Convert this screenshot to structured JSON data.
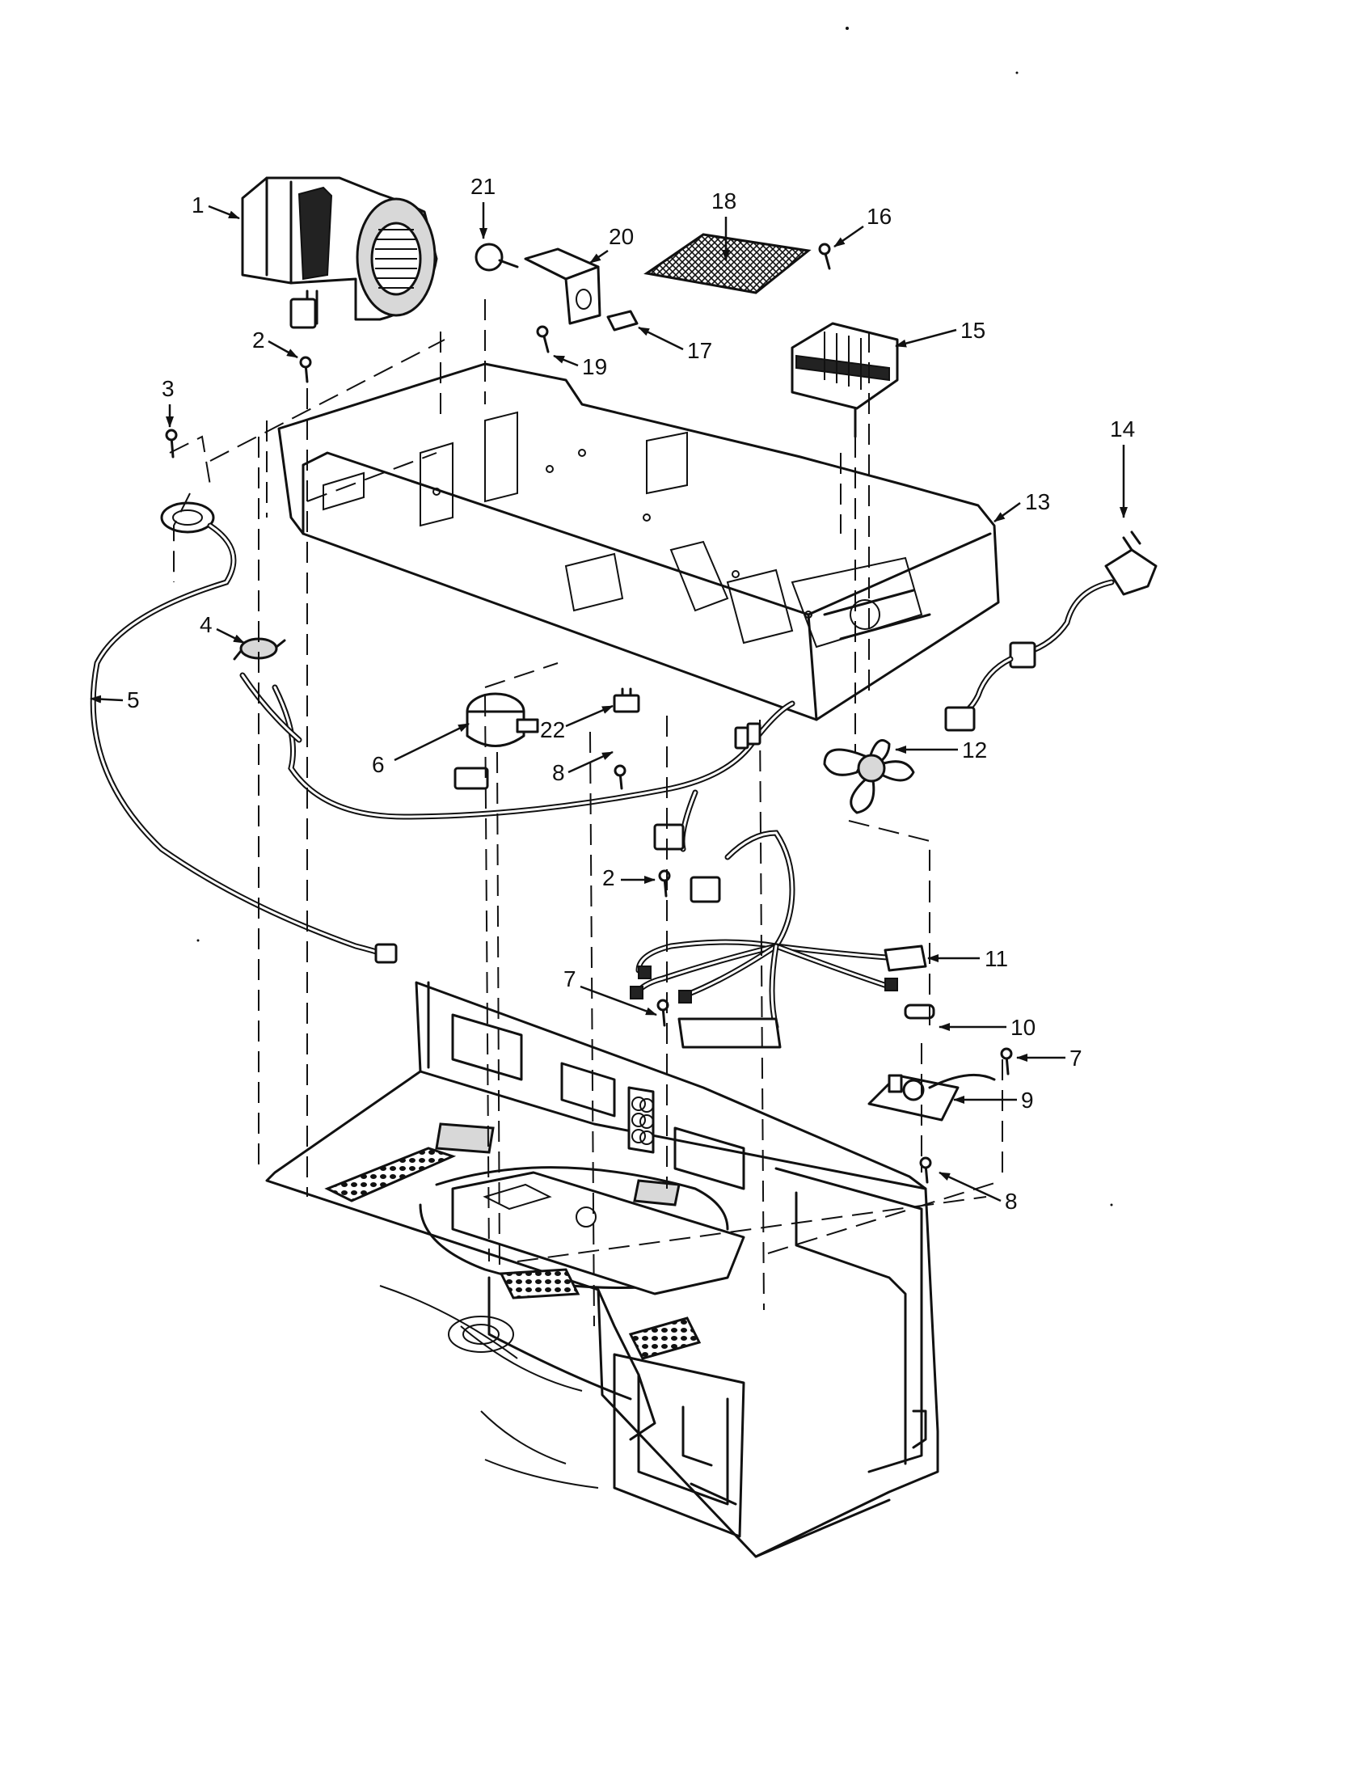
{
  "callouts": [
    {
      "id": "c1",
      "label": "1"
    },
    {
      "id": "c2a",
      "label": "2"
    },
    {
      "id": "c2b",
      "label": "2"
    },
    {
      "id": "c3",
      "label": "3"
    },
    {
      "id": "c4",
      "label": "4"
    },
    {
      "id": "c5",
      "label": "5"
    },
    {
      "id": "c6",
      "label": "6"
    },
    {
      "id": "c7a",
      "label": "7"
    },
    {
      "id": "c7b",
      "label": "7"
    },
    {
      "id": "c8a",
      "label": "8"
    },
    {
      "id": "c8b",
      "label": "8"
    },
    {
      "id": "c9",
      "label": "9"
    },
    {
      "id": "c10",
      "label": "10"
    },
    {
      "id": "c11",
      "label": "11"
    },
    {
      "id": "c12",
      "label": "12"
    },
    {
      "id": "c13",
      "label": "13"
    },
    {
      "id": "c14",
      "label": "14"
    },
    {
      "id": "c15",
      "label": "15"
    },
    {
      "id": "c16",
      "label": "16"
    },
    {
      "id": "c17",
      "label": "17"
    },
    {
      "id": "c18",
      "label": "18"
    },
    {
      "id": "c19",
      "label": "19"
    },
    {
      "id": "c20",
      "label": "20"
    },
    {
      "id": "c21",
      "label": "21"
    },
    {
      "id": "c22",
      "label": "22"
    }
  ],
  "parts": [
    {
      "id": "blower-motor",
      "part": "1"
    },
    {
      "id": "screw",
      "part": "2"
    },
    {
      "id": "screw-3",
      "part": "3"
    },
    {
      "id": "thermal-cutout",
      "part": "4"
    },
    {
      "id": "lead-wire",
      "part": "5"
    },
    {
      "id": "damper-motor",
      "part": "6"
    },
    {
      "id": "screw-7",
      "part": "7"
    },
    {
      "id": "screw-8",
      "part": "8"
    },
    {
      "id": "noise-filter",
      "part": "9"
    },
    {
      "id": "fuse",
      "part": "10"
    },
    {
      "id": "wire-harness",
      "part": "11"
    },
    {
      "id": "fan-blade",
      "part": "12"
    },
    {
      "id": "base-plate",
      "part": "13"
    },
    {
      "id": "power-cord",
      "part": "14"
    },
    {
      "id": "fan-motor",
      "part": "15"
    },
    {
      "id": "screw-16",
      "part": "16"
    },
    {
      "id": "socket",
      "part": "17"
    },
    {
      "id": "filter",
      "part": "18"
    },
    {
      "id": "screw-19",
      "part": "19"
    },
    {
      "id": "lamp-bracket",
      "part": "20"
    },
    {
      "id": "lamp",
      "part": "21"
    },
    {
      "id": "switch",
      "part": "22"
    }
  ]
}
